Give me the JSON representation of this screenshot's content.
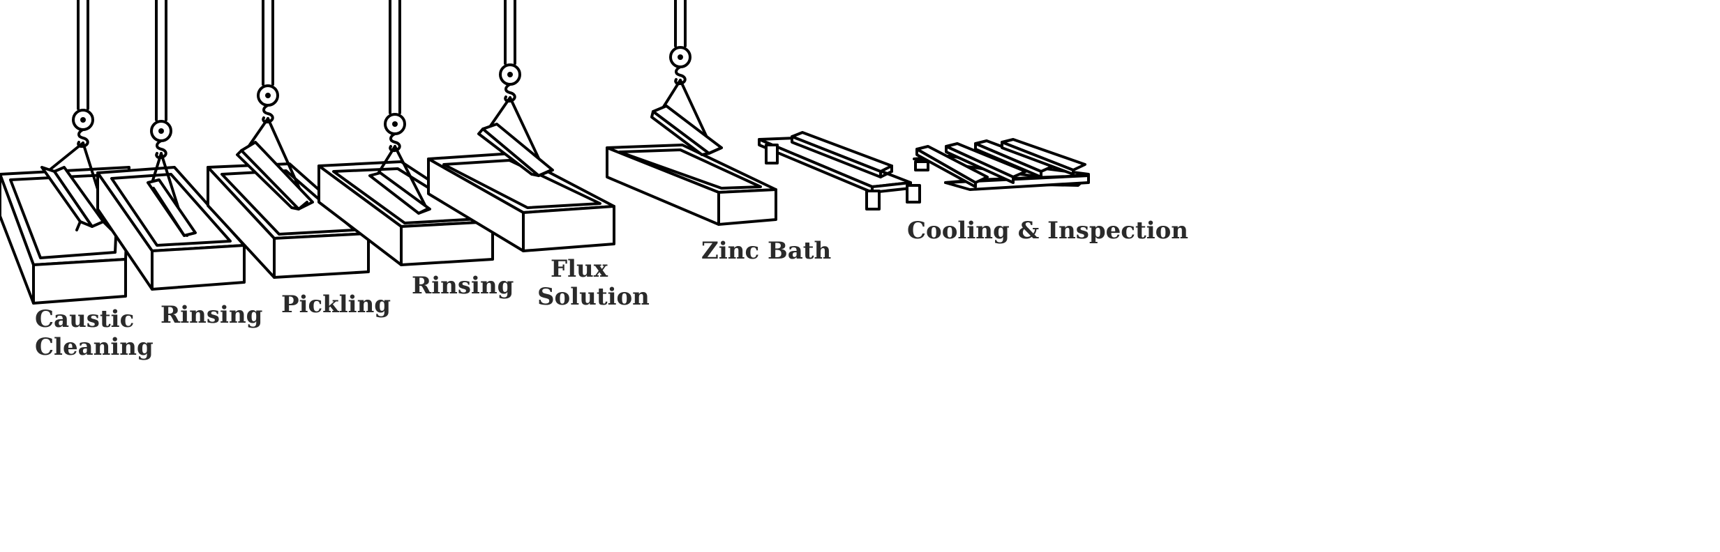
{
  "stages": [
    {
      "id": "caustic-cleaning",
      "line1": "Caustic",
      "line2": "Cleaning"
    },
    {
      "id": "rinsing-1",
      "line1": "Rinsing"
    },
    {
      "id": "pickling",
      "line1": "Pickling"
    },
    {
      "id": "rinsing-2",
      "line1": "Rinsing"
    },
    {
      "id": "flux-solution",
      "line1": "Flux",
      "line2": "Solution"
    },
    {
      "id": "zinc-bath",
      "line1": "Zinc Bath"
    },
    {
      "id": "cooling-inspection",
      "line1": "Cooling & Inspection"
    }
  ],
  "icons": {
    "hoist": "crane-hook-icon",
    "tank": "dip-tank-icon",
    "beam": "steel-beam-icon",
    "pallet": "pallet-icon"
  }
}
